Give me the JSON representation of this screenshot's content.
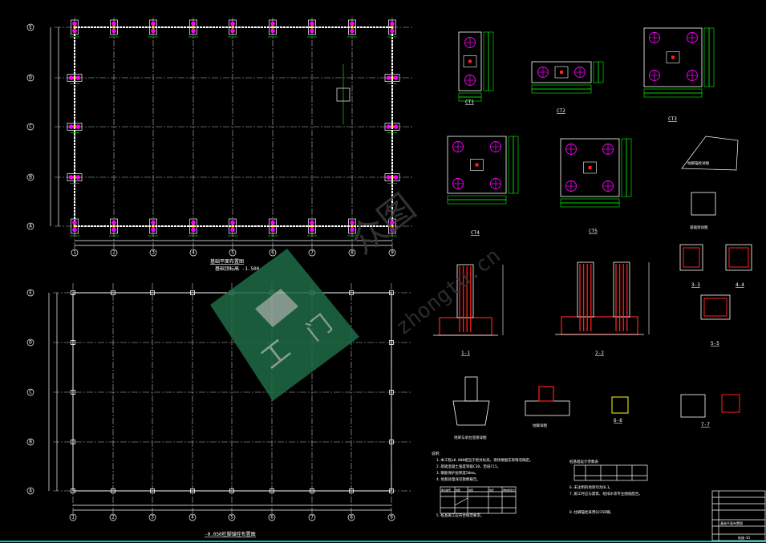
{
  "drawing": {
    "colors": {
      "background": "#000000",
      "grid": "#bfbfbf",
      "line": "#ffffff",
      "dim": "#00ff00",
      "pile": "#ff00ff",
      "rebar": "#ff2020",
      "accent": "#ffff00",
      "border": "#00ffff",
      "watermark": "#1e6b45"
    },
    "plans": [
      {
        "name": "foundation-plan",
        "title": "基础平面布置图",
        "subtitle": "基础顶标高 -1.500",
        "columns": [
          "1",
          "2",
          "3",
          "4",
          "5",
          "6",
          "7",
          "8",
          "9"
        ],
        "rows": [
          "A",
          "B",
          "C",
          "D",
          "E"
        ]
      },
      {
        "name": "anchor-bolt-plan",
        "title": "-0.050柱脚锚栓布置图",
        "columns": [
          "1",
          "2",
          "3",
          "4",
          "5",
          "6",
          "7",
          "8",
          "9"
        ],
        "rows": [
          "A",
          "B",
          "C",
          "D",
          "E"
        ]
      }
    ],
    "pile_caps": [
      {
        "label": "CT1",
        "piles": 2
      },
      {
        "label": "CT2",
        "piles": 2
      },
      {
        "label": "CT3",
        "piles": 4
      },
      {
        "label": "CT4",
        "piles": 4
      },
      {
        "label": "CT5",
        "piles": 4
      }
    ],
    "sections": [
      "1-1",
      "2-2",
      "3-3",
      "4-4",
      "5-5",
      "6-6",
      "7-7"
    ],
    "detail_titles": [
      "地梁与承台连接详图",
      "柱脚详图",
      "柱脚锚栓详图",
      "基础梁详图"
    ],
    "notes": {
      "heading": "说明：",
      "lines": [
        "1.本工程±0.000相当于绝对标高，现场根据实际情况确定。",
        "2.基础混凝土强度等级C30，垫层C15。",
        "3.钢筋保护层厚度50mm。",
        "4.地基处理详见勘察报告。",
        "5.桩基施工应符合规范要求。"
      ],
      "table_headers": [
        "承台编号",
        "桩数",
        "桩径",
        "桩长",
        "单桩承载力"
      ],
      "right_heading": "桩基础设计参数表",
      "right_lines": [
        "6.未注明的地梁均为DL1。",
        "7.施工时应与建筑、给排水等专业图纸配合。",
        "8.柱脚锚栓采用Q235B钢。"
      ]
    },
    "title_block": {
      "drawing_title": "基础平面布置图",
      "sheet": "结施-01"
    },
    "watermark": {
      "text": "众图 zhongtu.cn"
    }
  }
}
